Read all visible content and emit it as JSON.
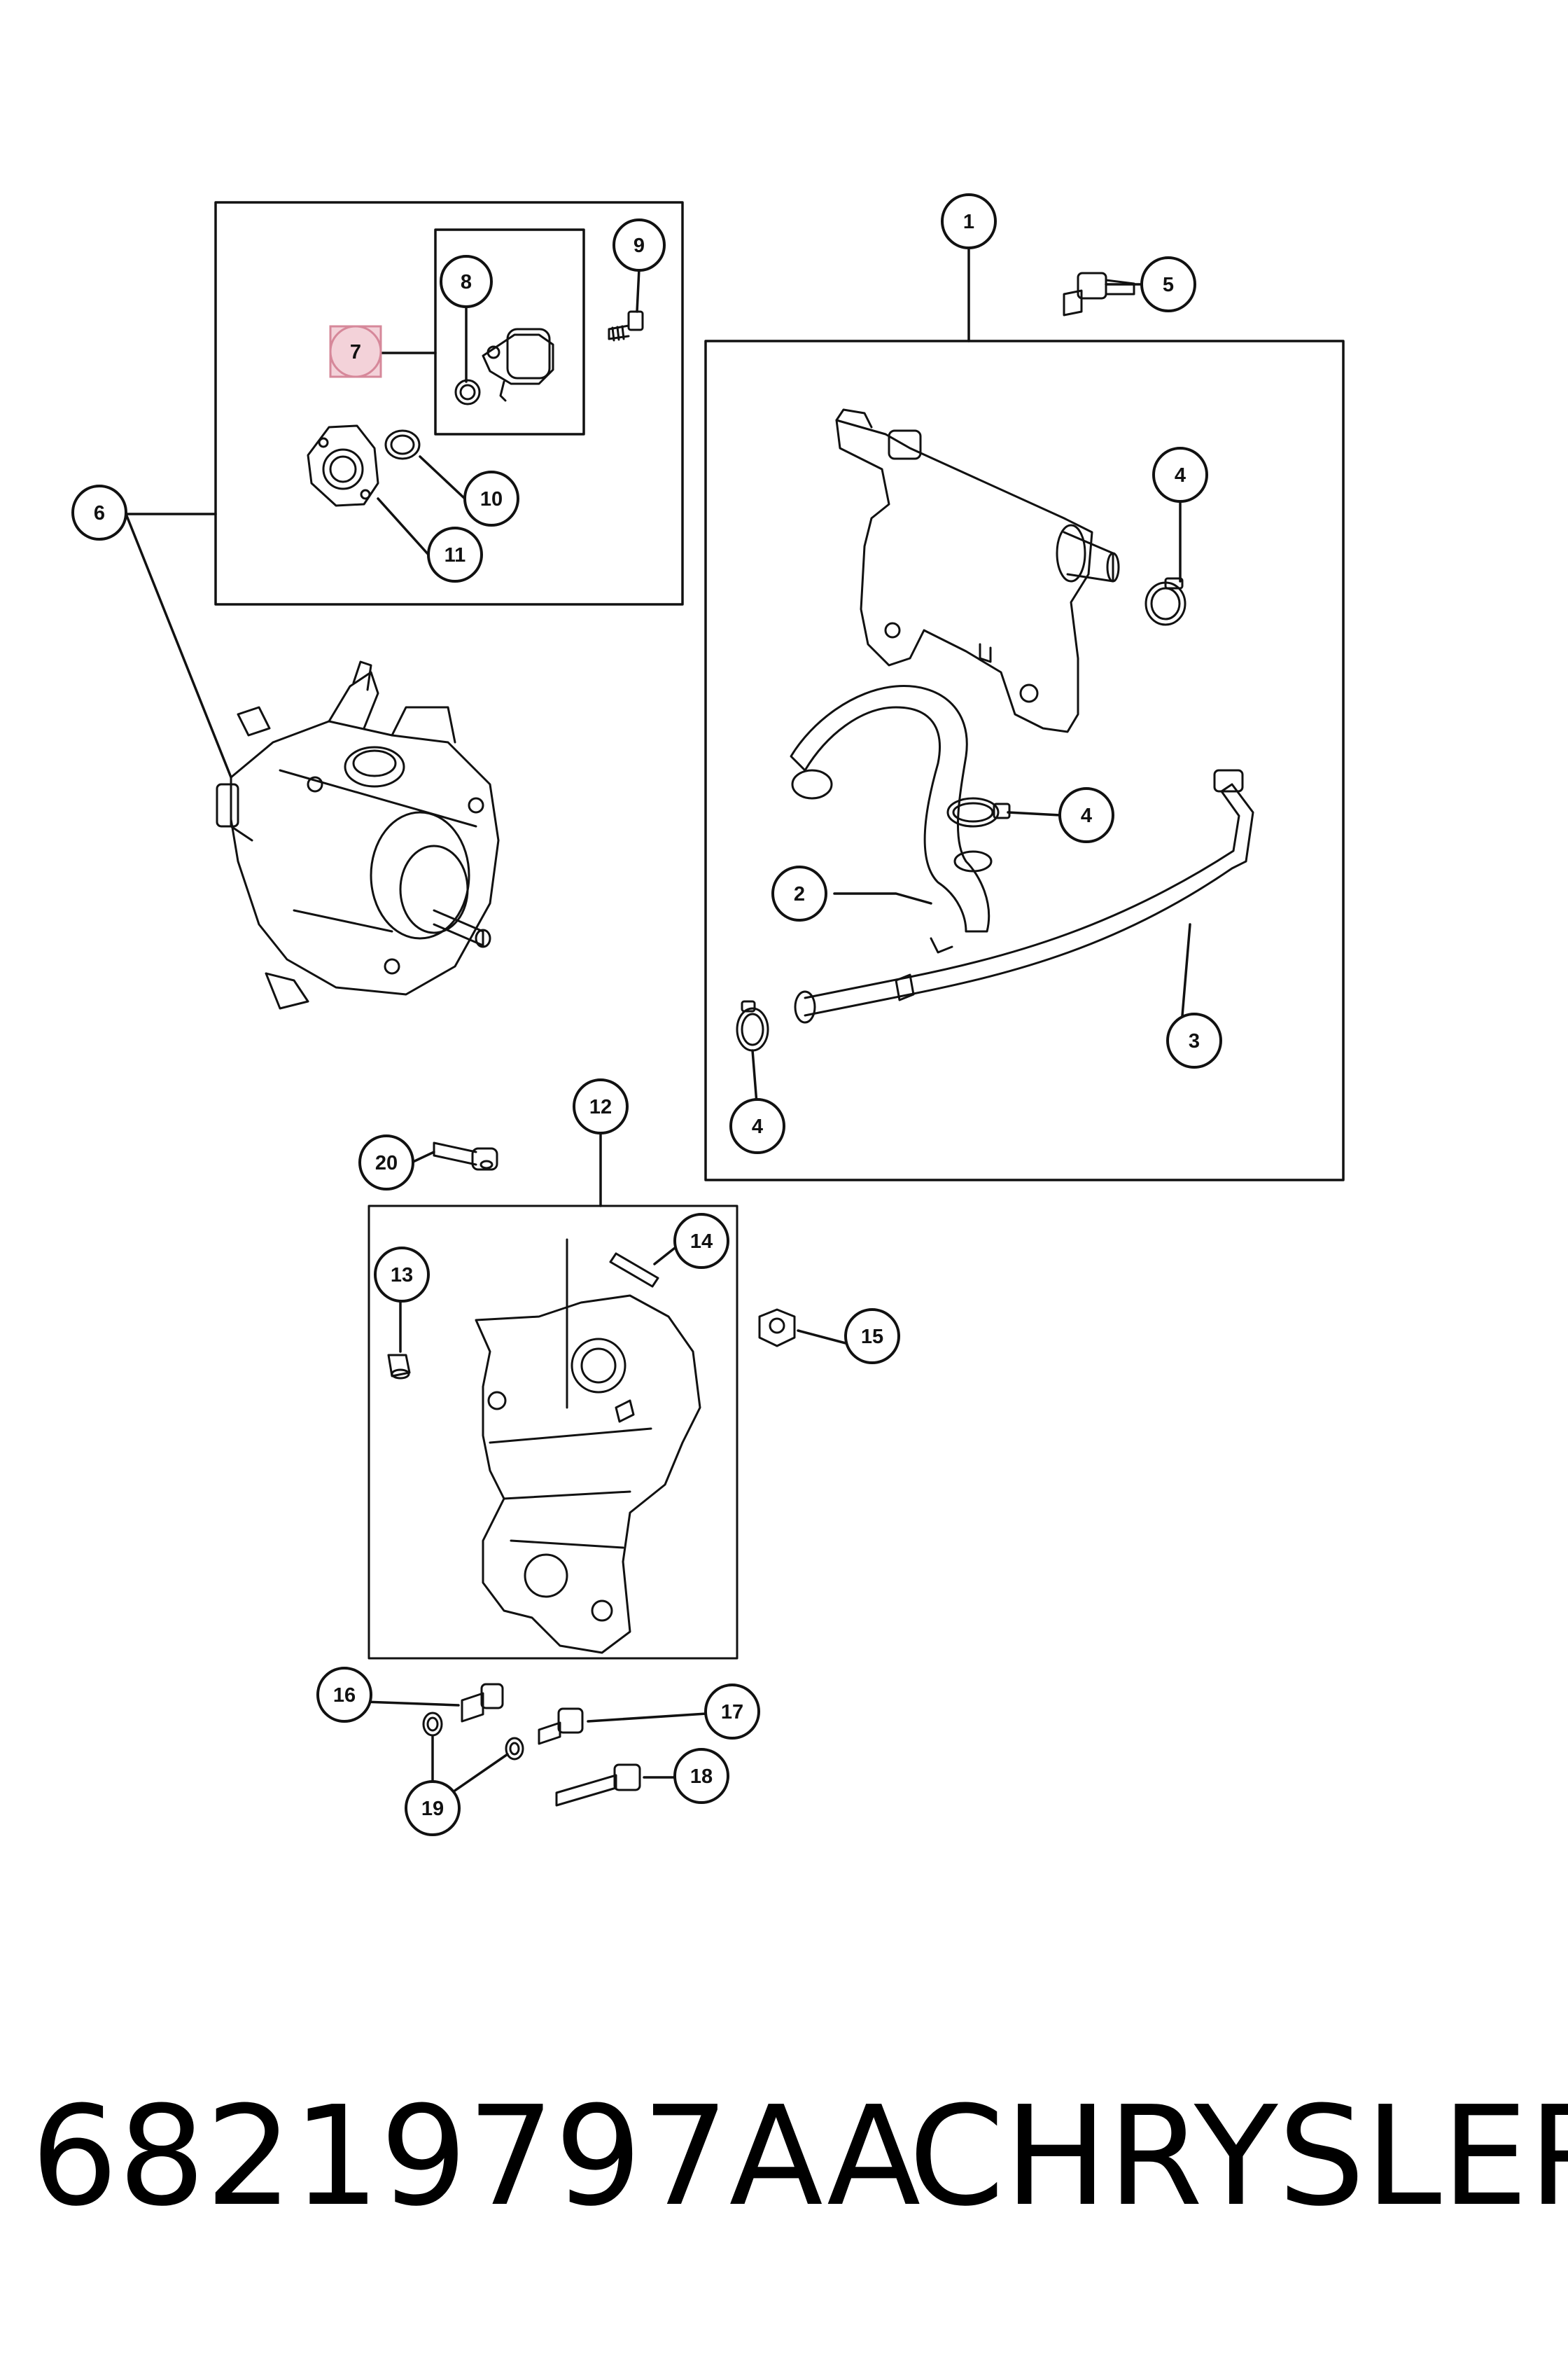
{
  "diagram": {
    "callouts": [
      "1",
      "2",
      "3",
      "4",
      "4",
      "4",
      "5",
      "6",
      "7",
      "8",
      "9",
      "10",
      "11",
      "12",
      "13",
      "14",
      "15",
      "16",
      "17",
      "18",
      "19",
      "20"
    ],
    "highlighted_callout": "7",
    "highlight_color": "#f3d2d9",
    "highlight_border": "#d6889a",
    "line_color": "#111111"
  },
  "footer": {
    "part_number": "68219797AA",
    "brand": "CHRYSLER"
  }
}
